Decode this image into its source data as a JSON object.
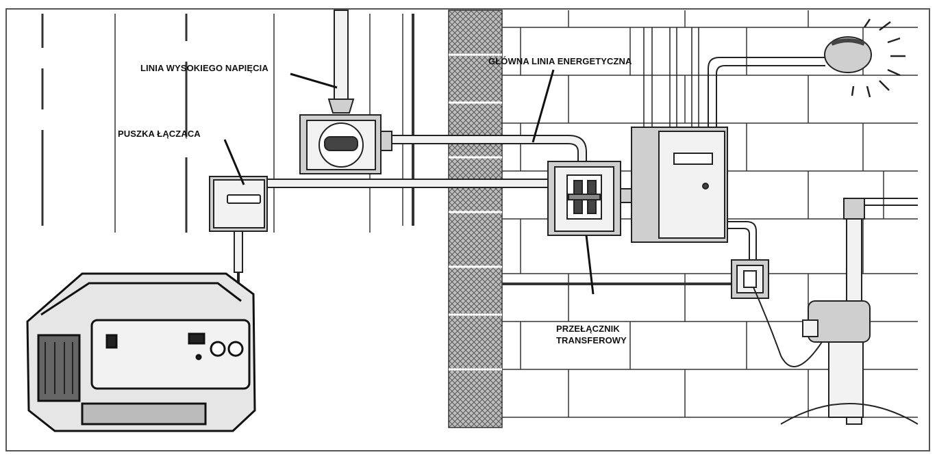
{
  "labels": {
    "high_voltage_line": "LINIA WYSOKIEGO NAPIĘCIA",
    "main_power_line": "GŁÓWNA LINIA ENERGETYCZNA",
    "junction_box": "PUSZKA ŁĄCZĄCA",
    "transfer_switch_line1": "PRZEŁĄCZNIK",
    "transfer_switch_line2": "TRANSFEROWY"
  },
  "colors": {
    "line": "#222222",
    "fill_light": "#f2f2f2",
    "fill_mid": "#cfcfcf",
    "fill_dark": "#444444"
  }
}
